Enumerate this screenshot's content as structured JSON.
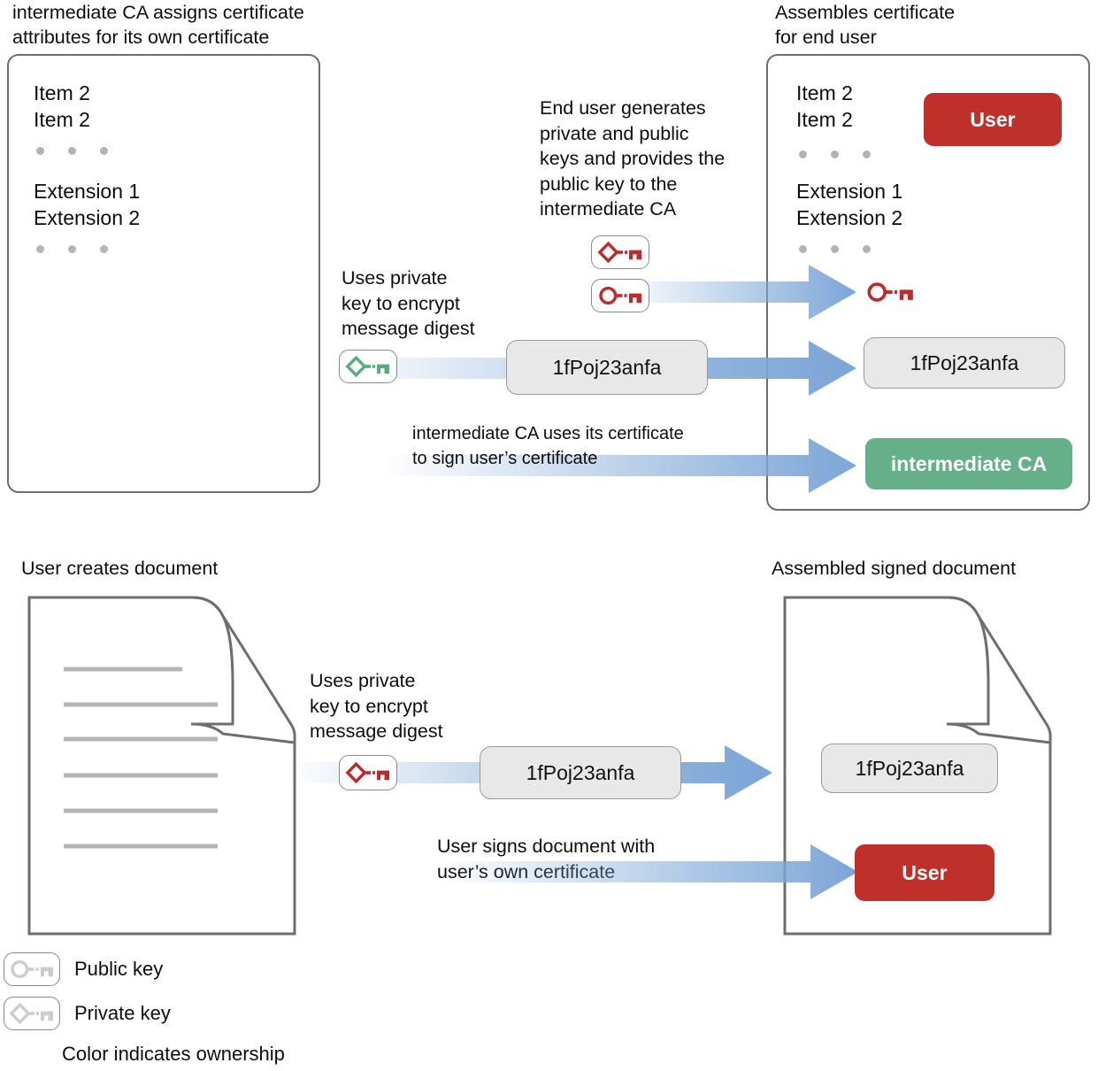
{
  "colors": {
    "user_red": "#c0302b",
    "ca_green": "#65b088",
    "arrow_blue": "#7ba5d6",
    "key_red": "#c0282a",
    "key_green": "#57ad7e",
    "key_gray": "#cccccc",
    "box_border": "#6e6e6e",
    "digest_bg": "#e8e8e8",
    "dot_gray": "#b3b3b3"
  },
  "top_section": {
    "left_caption": "intermediate CA assigns certificate\nattributes for its own certificate",
    "right_caption": "Assembles certificate\nfor end user",
    "left_cert": {
      "lines_top": [
        "Item 2",
        "Item 2"
      ],
      "lines_mid": [
        "Extension 1",
        "Extension 2"
      ],
      "ellipsis_count": 3
    },
    "right_cert": {
      "lines_top": [
        "Item 2",
        "Item 2"
      ],
      "lines_mid": [
        "Extension 1",
        "Extension 2"
      ],
      "ellipsis_count": 3,
      "user_badge": "User",
      "ca_badge": "intermediate CA",
      "digest": "1fPoj23anfa"
    },
    "note_end_user": "End user generates\nprivate and public\nkeys and provides the\npublic key to the\nintermediate CA",
    "note_uses_private_key": "Uses private\nkey to encrypt\nmessage digest",
    "note_sign_cert": "intermediate CA uses its certificate\nto sign user’s certificate",
    "digest": "1fPoj23anfa",
    "keys": {
      "user_private": "private-key-red",
      "user_public": "public-key-red",
      "ca_private": "private-key-green",
      "delivered_public": "public-key-red"
    }
  },
  "bottom_section": {
    "left_caption": "User creates document",
    "right_caption": "Assembled signed document",
    "note_uses_private_key": "Uses private\nkey to encrypt\nmessage digest",
    "note_user_signs": "User signs document with\nuser’s own certificate",
    "digest": "1fPoj23anfa",
    "signed_digest": "1fPoj23anfa",
    "user_badge": "User",
    "doc_line_count": 6,
    "key": "private-key-red"
  },
  "legend": {
    "items": [
      {
        "icon": "public-key-gray",
        "label": "Public key"
      },
      {
        "icon": "private-key-gray",
        "label": "Private key"
      }
    ],
    "footnote": "Color indicates ownership"
  }
}
